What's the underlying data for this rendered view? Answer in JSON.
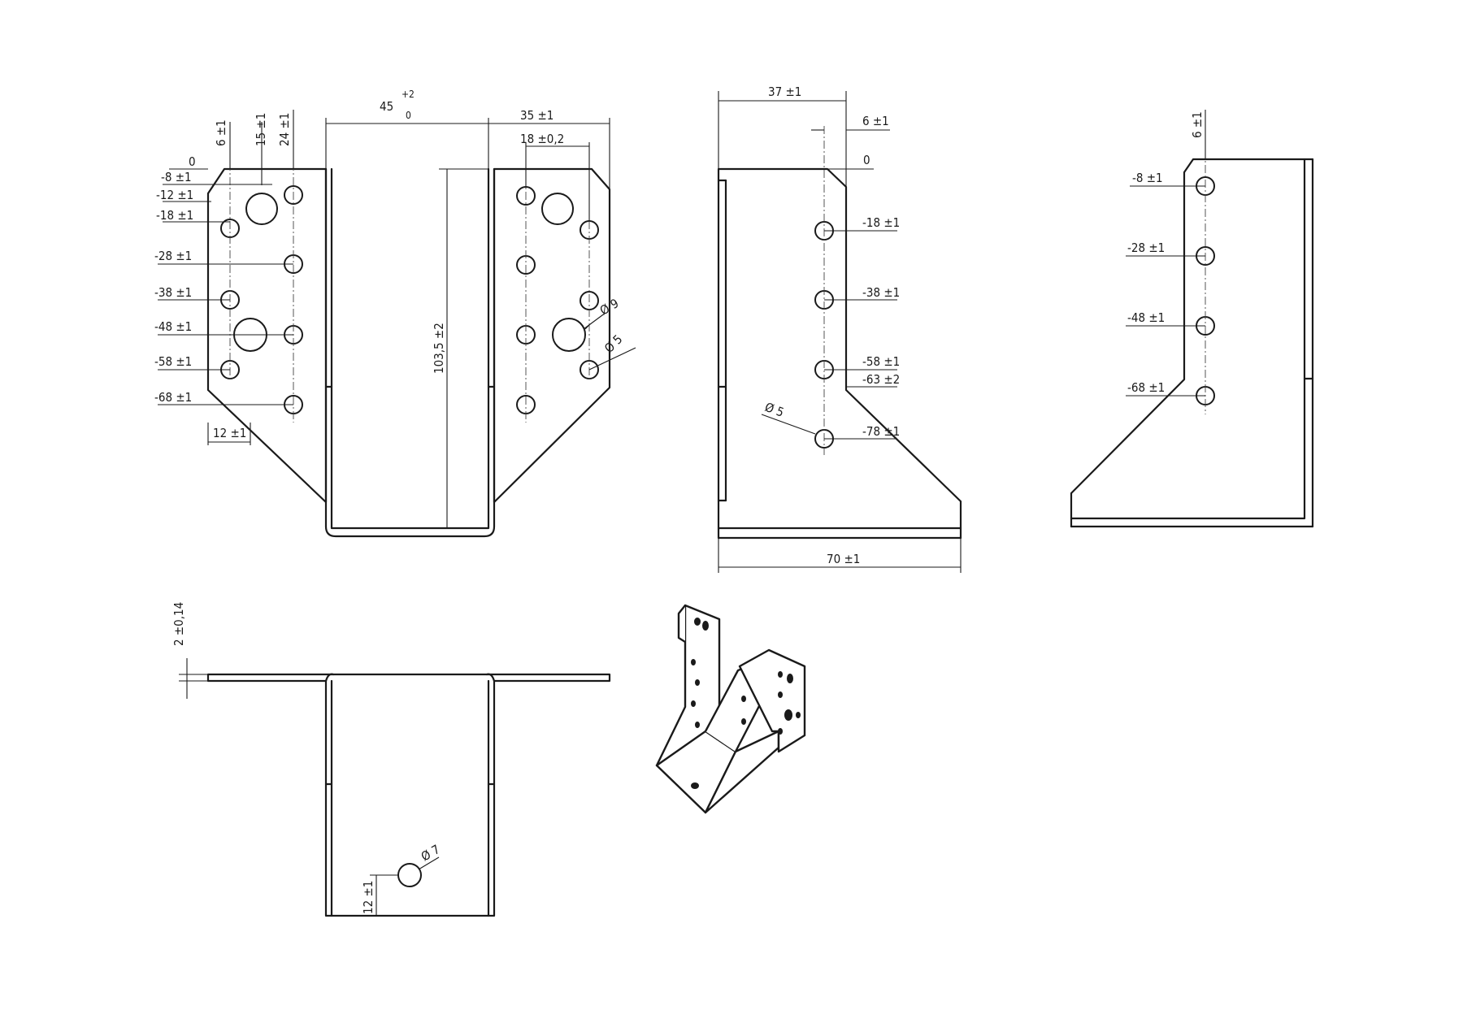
{
  "drawing": {
    "dims": {
      "w45": "45",
      "w45_tol_up": "+2",
      "w45_tol_low": "0",
      "w35": "35  ±1",
      "w18": "18  ±0,2",
      "h1035": "103,5  ±2",
      "v6": "6  ±1",
      "v15": "15  ±1",
      "v24": "24  ±1",
      "zero": "0",
      "l8": "-8  ±1",
      "l12": "-12  ±1",
      "l18": "-18  ±1",
      "l28": "-28  ±1",
      "l38": "-38  ±1",
      "l48": "-48  ±1",
      "l58": "-58  ±1",
      "l68": "-68  ±1",
      "w12": "12  ±1",
      "phi9": "Ø  9",
      "phi5a": "Ø  5",
      "s37": "37  ±1",
      "s6": "6  ±1",
      "s0": "0",
      "s18": "-18  ±1",
      "s38": "-38  ±1",
      "s58": "-58  ±1",
      "s63": "-63  ±2",
      "s78": "-78  ±1",
      "phi5": "Ø  5",
      "w70": "70  ±1",
      "r6": "6  ±1",
      "r8": "-8  ±1",
      "r28": "-28  ±1",
      "r48": "-48  ±1",
      "r68": "-68  ±1",
      "t2": "2  ±0,14",
      "phi7": "Ø  7",
      "b12": "12  ±1"
    }
  }
}
